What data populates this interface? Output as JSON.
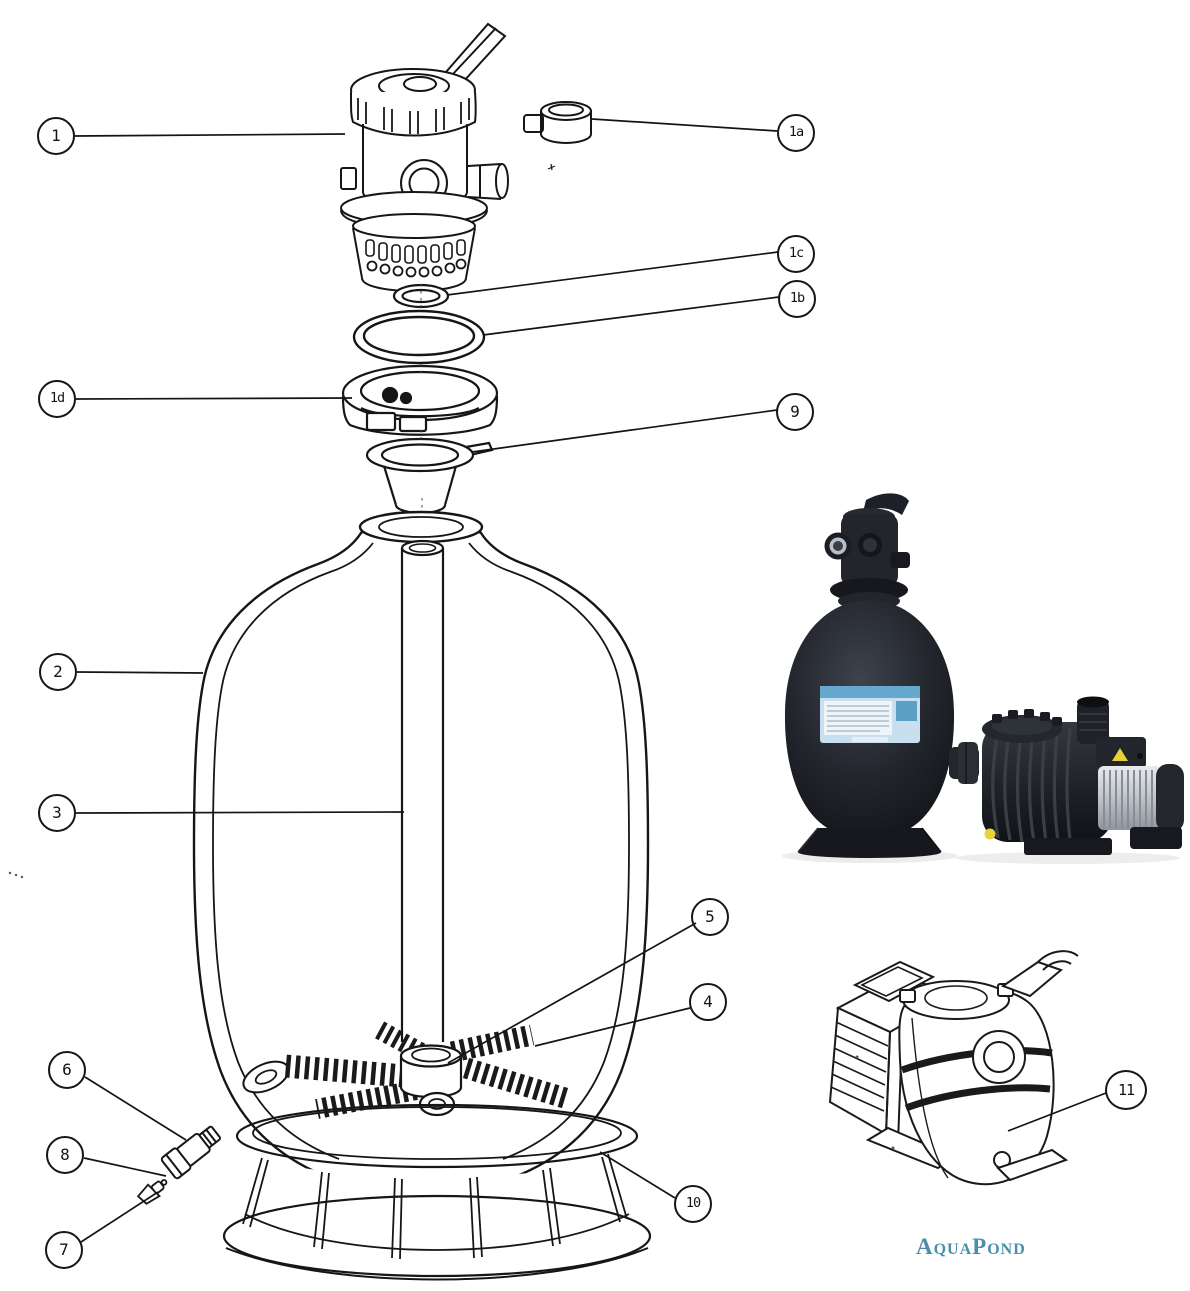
{
  "document": {
    "kind": "exploded-parts-diagram-scan"
  },
  "diagram": {
    "callouts": {
      "c1": "1",
      "c1a": "1a",
      "c1b": "1b",
      "c1c": "1c",
      "c1d": "1d",
      "c2": "2",
      "c3": "3",
      "c4": "4",
      "c5": "5",
      "c6": "6",
      "c7": "7",
      "c8": "8",
      "c9": "9",
      "c10": "10",
      "c11": "11"
    },
    "figures": {
      "valve": "multiport-valve-drawing",
      "fitting_1a": "valve-fitting-drawing",
      "oring_small": "small-oring-drawing",
      "oring_large": "tank-oring-drawing",
      "clamp_ring": "clamp-ring-drawing",
      "funnel": "sand-funnel-drawing",
      "tank": "filter-tank-drawing",
      "standpipe": "standpipe-drawing",
      "laterals": "lateral-assembly-drawing",
      "base": "tank-base-drawing",
      "drain_plug": "drain-plug-drawing",
      "drain_fitting": "drain-fitting-drawing",
      "pump_sketch": "pump-drawing",
      "photo_filter": "sand-filter-product-photo",
      "photo_pump": "pump-product-photo"
    }
  },
  "brand": {
    "name": "AquaPond",
    "color": "#4a90ac"
  },
  "colors": {
    "line": "#141414",
    "tank_photo_dark": "#1b1e24",
    "label_blue": "#c7dfee",
    "label_header_blue": "#66a9cf",
    "motor_silver": "#c9cdd2",
    "warning_yellow": "#e8d23a",
    "brand_text": "#4a90ac"
  }
}
